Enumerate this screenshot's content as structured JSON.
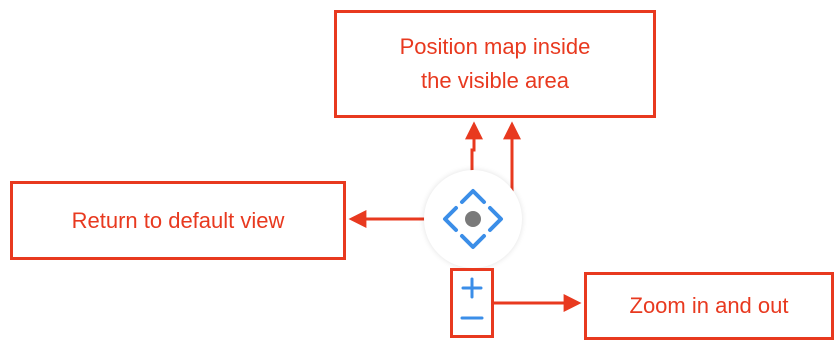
{
  "callouts": {
    "position": {
      "line1": "Position map inside",
      "line2": "the visible area"
    },
    "return": "Return to default view",
    "zoom": "Zoom in and out"
  },
  "colors": {
    "annotation_red": "#e8391f",
    "control_blue": "#3b8ee8",
    "center_dot_gray": "#7a7a7a"
  },
  "controls": {
    "pan_icons": [
      "chevron-up-icon",
      "chevron-down-icon",
      "chevron-left-icon",
      "chevron-right-icon"
    ],
    "center_icon": "center-dot-icon",
    "zoom_icons": [
      "plus-icon",
      "minus-icon"
    ]
  }
}
